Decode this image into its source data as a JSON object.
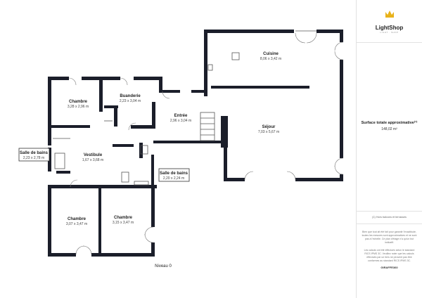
{
  "rooms": {
    "cuisine": {
      "name": "Cuisine",
      "dim": "8,06 x 3,42 m"
    },
    "chambre1": {
      "name": "Chambre",
      "dim": "3,28 x 2,96 m"
    },
    "buanderie": {
      "name": "Buanderie",
      "dim": "2,23 x 3,04 m"
    },
    "entree": {
      "name": "Entrée",
      "dim": "2,96 x 3,04 m"
    },
    "sejour": {
      "name": "Séjour",
      "dim": "7,03 x 5,67 m"
    },
    "sdb1": {
      "name": "Salle de bains",
      "dim": "2,23 x 2,78 m"
    },
    "vestibule": {
      "name": "Vestibule",
      "dim": "1,67 x 3,68 m"
    },
    "sdb2": {
      "name": "Salle de bains",
      "dim": "2,20 x 2,24 m"
    },
    "chambre2": {
      "name": "Chambre",
      "dim": "3,07 x 3,47 m"
    },
    "chambre3": {
      "name": "Chambre",
      "dim": "3,15 x 3,47 m"
    }
  },
  "level_label": "Niveau 0",
  "panel": {
    "brand": "LightShop",
    "brand_sub": "LIGHT · SHOP",
    "surface_title": "Surface totale approximative⁽¹⁾",
    "surface_value": "148,02 m²",
    "footnote": "(1) Hors balcons et terrasses",
    "disclaimer_1": "Bien que tout ait été fait pour garantir l'exactitude, toutes les mesures sont approximatives et ne sont pas à l'échelle. Ce plan d'étage n'a qu'un but indicatif.",
    "disclaimer_2": "Les calculs ont été effectués selon le standard RICS IPMS 3C. Veuillez noter que les calculs effectués par un tiers ne peuvent pas être conformes au standard RICS IPMS 3C.",
    "footer_brand": "GIRAFFE360"
  }
}
